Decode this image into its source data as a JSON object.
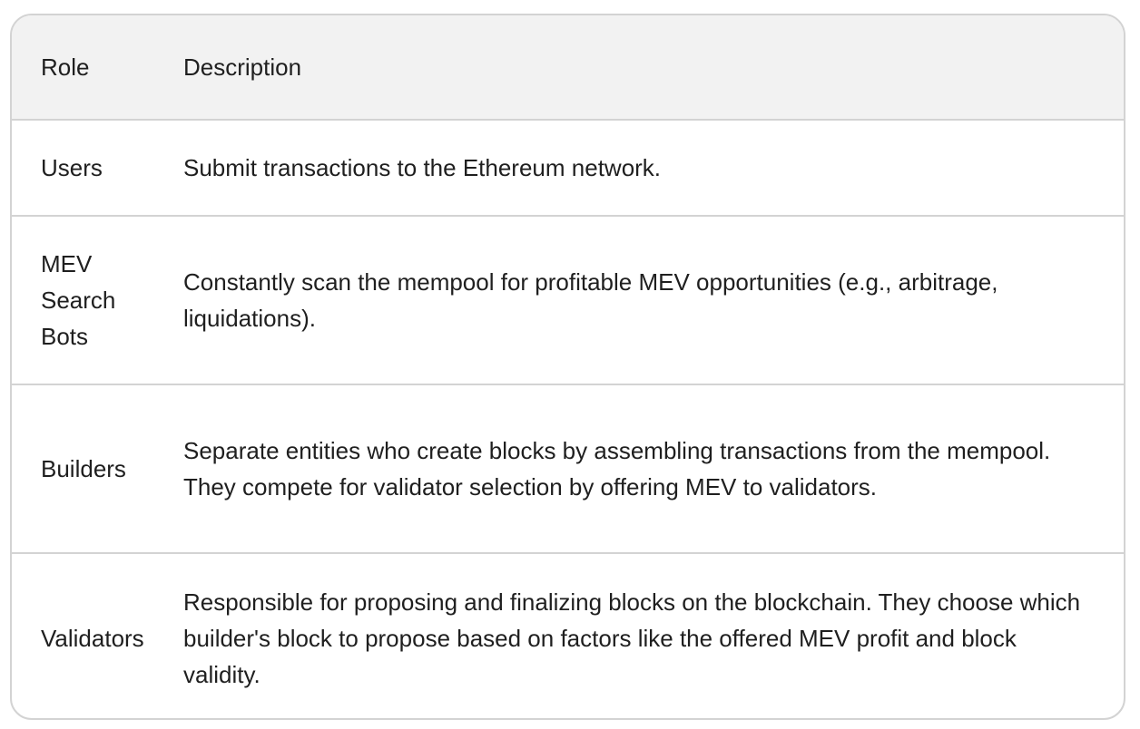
{
  "table": {
    "headers": {
      "role": "Role",
      "description": "Description"
    },
    "rows": [
      {
        "role": "Users",
        "description": "Submit transactions to the Ethereum network."
      },
      {
        "role": "MEV Search Bots",
        "description": "Constantly scan the mempool for profitable MEV opportunities (e.g., arbitrage, liquidations)."
      },
      {
        "role": "Builders",
        "description": "Separate entities who create blocks by assembling transactions from the mempool. They compete for validator selection by offering MEV to validators."
      },
      {
        "role": "Validators",
        "description": "Responsible for proposing and finalizing blocks on the blockchain. They choose which builder's block to propose based on factors like the offered MEV profit and block validity."
      }
    ]
  }
}
